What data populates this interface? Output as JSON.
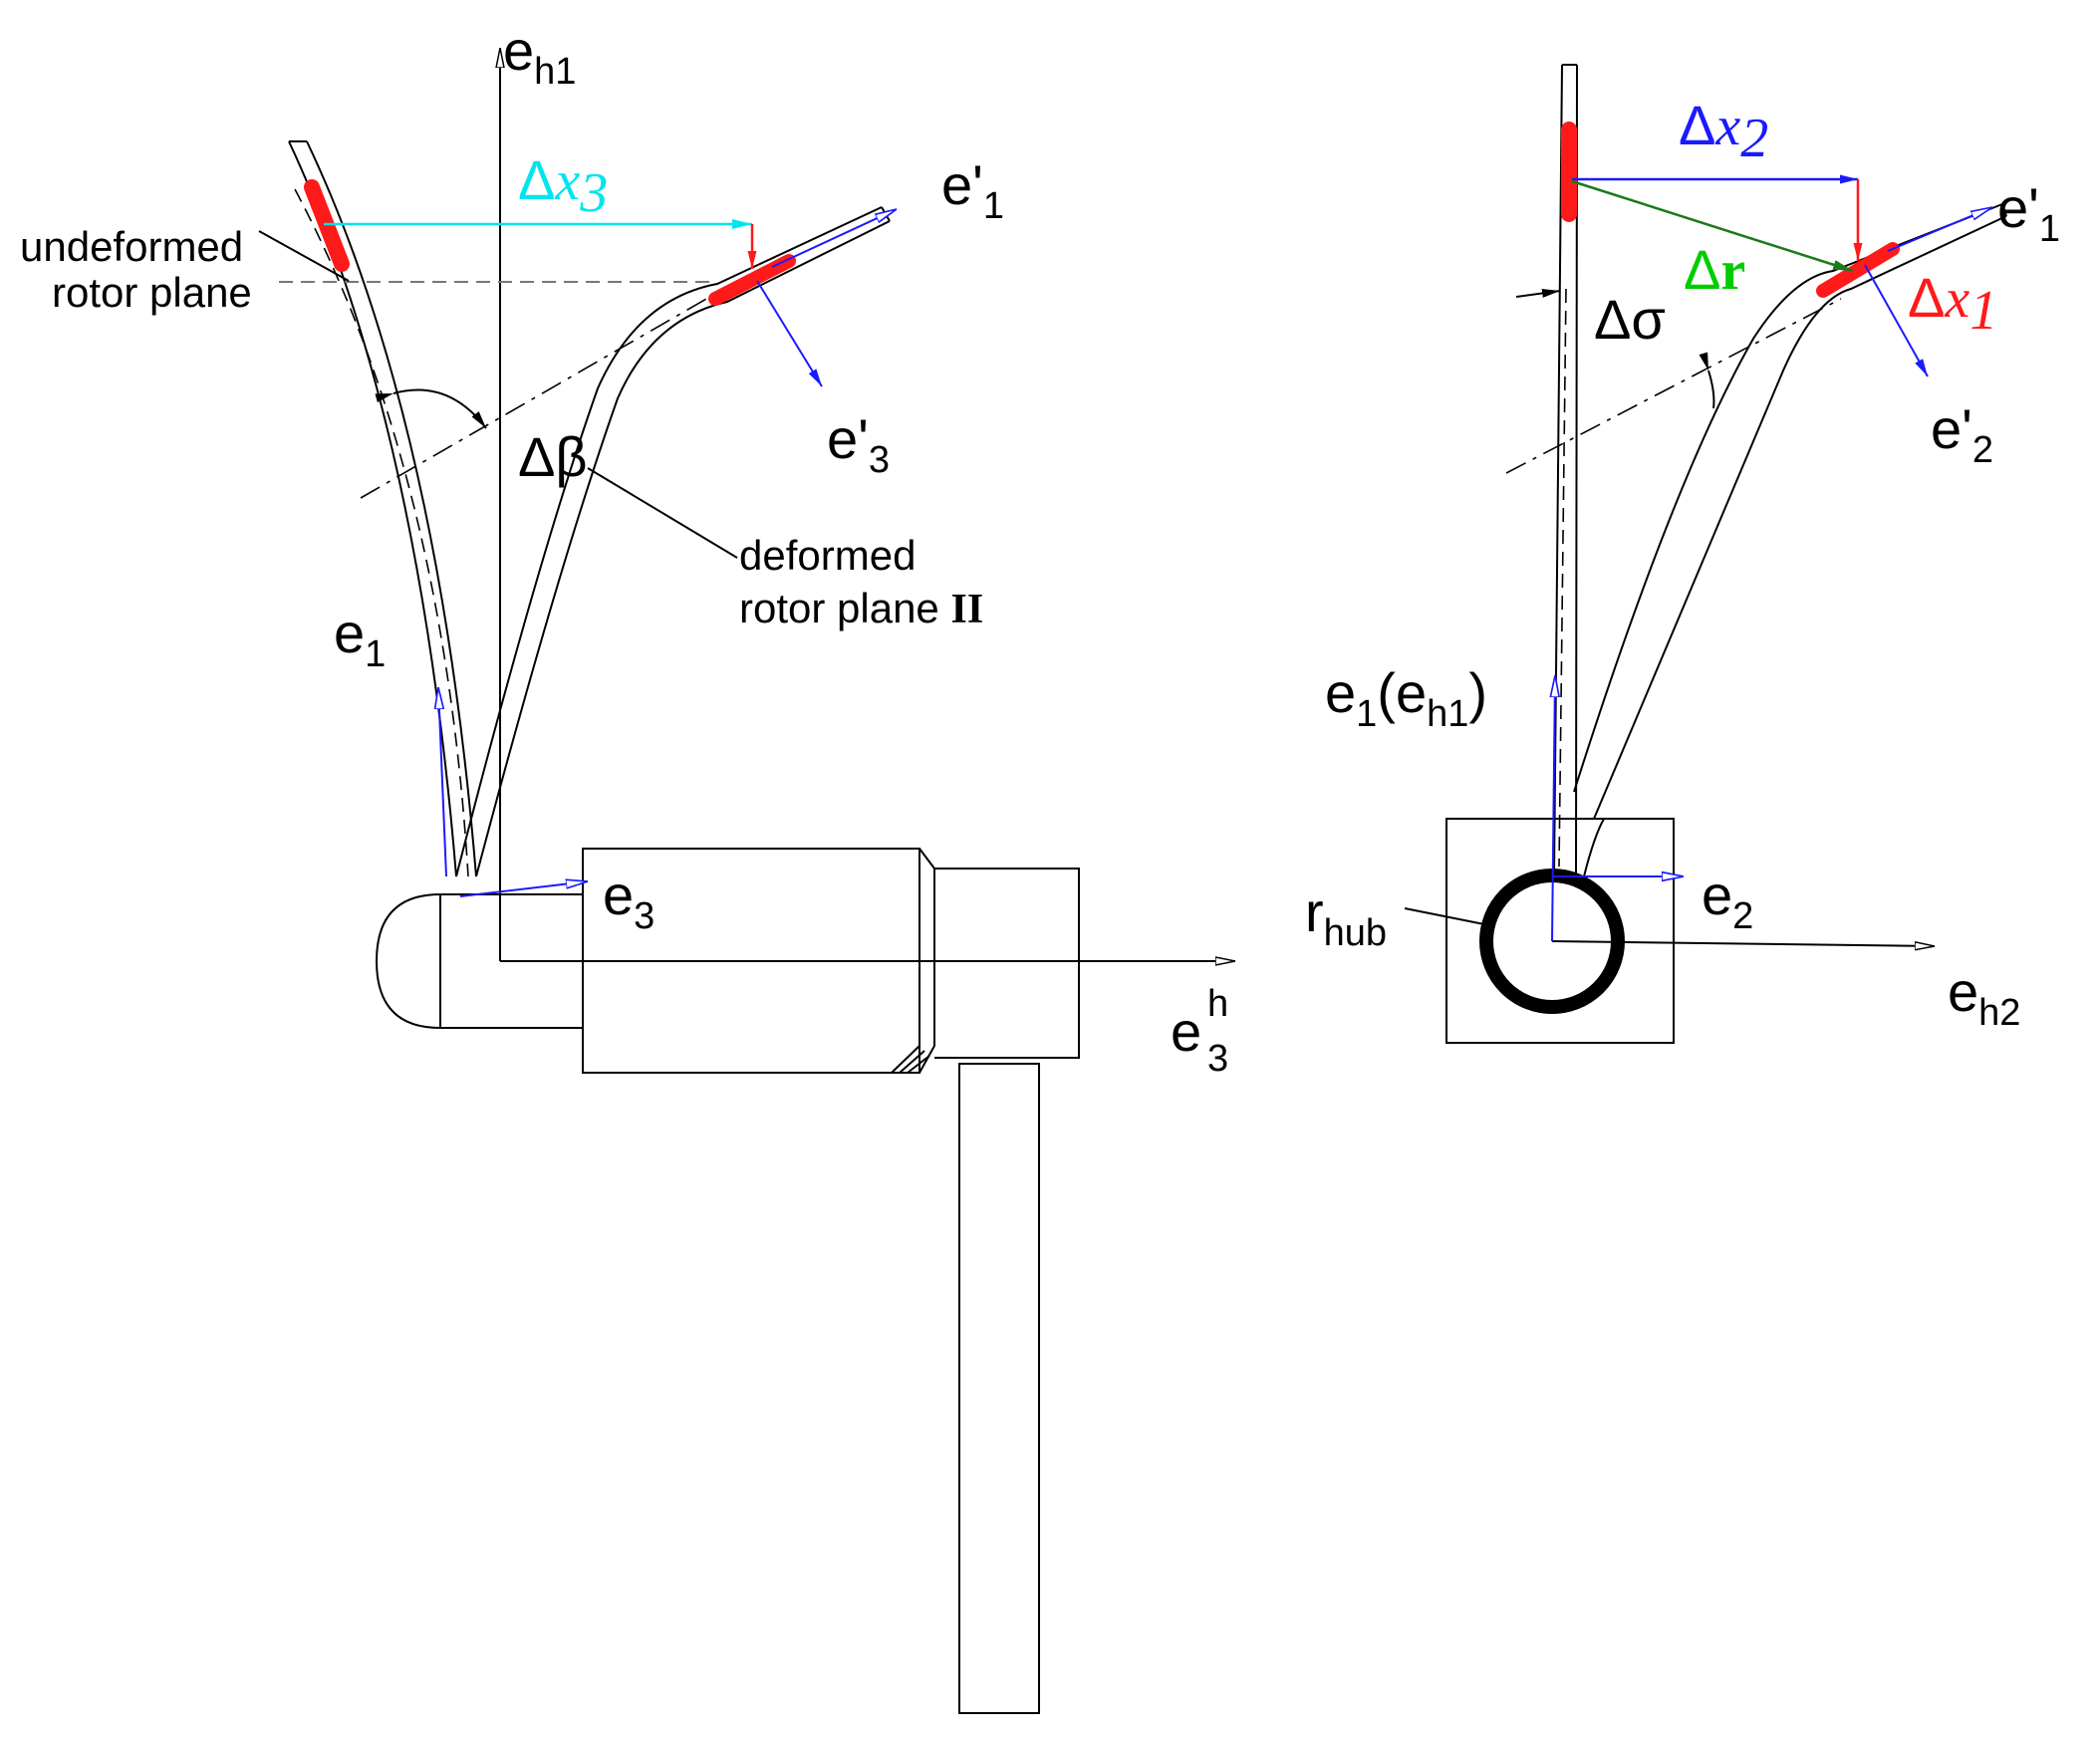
{
  "labels": {
    "eh1": "e",
    "eh1_sub": "h1",
    "e1p_left": "e'",
    "e1p_left_sub": "1",
    "e3p": "e'",
    "e3p_sub": "3",
    "e1_left": "e",
    "e1_left_sub": "1",
    "e3": "e",
    "e3_sub": "3",
    "e3h": "e",
    "e3h_sub": "3",
    "e3h_sup": "h",
    "dx3_delta": "Δ",
    "dx3_var": "x",
    "dx3_sub": "3",
    "dbeta": "Δβ",
    "undeformed_1": "undeformed",
    "undeformed_2": "rotor plane",
    "deformed_1": "deformed",
    "deformed_2": "rotor plane ",
    "deformed_bold": "II",
    "dx2_delta": "Δ",
    "dx2_var": "x",
    "dx2_sub": "2",
    "dr_delta": "Δ",
    "dr_var": "r",
    "dx1_delta": "Δ",
    "dx1_var": "x",
    "dx1_sub": "1",
    "dsigma": "Δσ",
    "e1p_right": "e'",
    "e1p_right_sub": "1",
    "e2p": "e'",
    "e2p_sub": "2",
    "e1eh1_a": "e",
    "e1eh1_sub1": "1",
    "e1eh1_b": "(e",
    "e1eh1_sub2": "h1",
    "e1eh1_c": ")",
    "rhub": "r",
    "rhub_sub": "hub",
    "e2": "e",
    "e2_sub": "2",
    "eh2": "e",
    "eh2_sub": "h2"
  },
  "colors": {
    "cyan": "#00e5ee",
    "blue": "#1a1aff",
    "red": "#ff1a1a",
    "green": "#00cc00",
    "darkgreen": "#1b7a1b",
    "line": "#000000"
  }
}
